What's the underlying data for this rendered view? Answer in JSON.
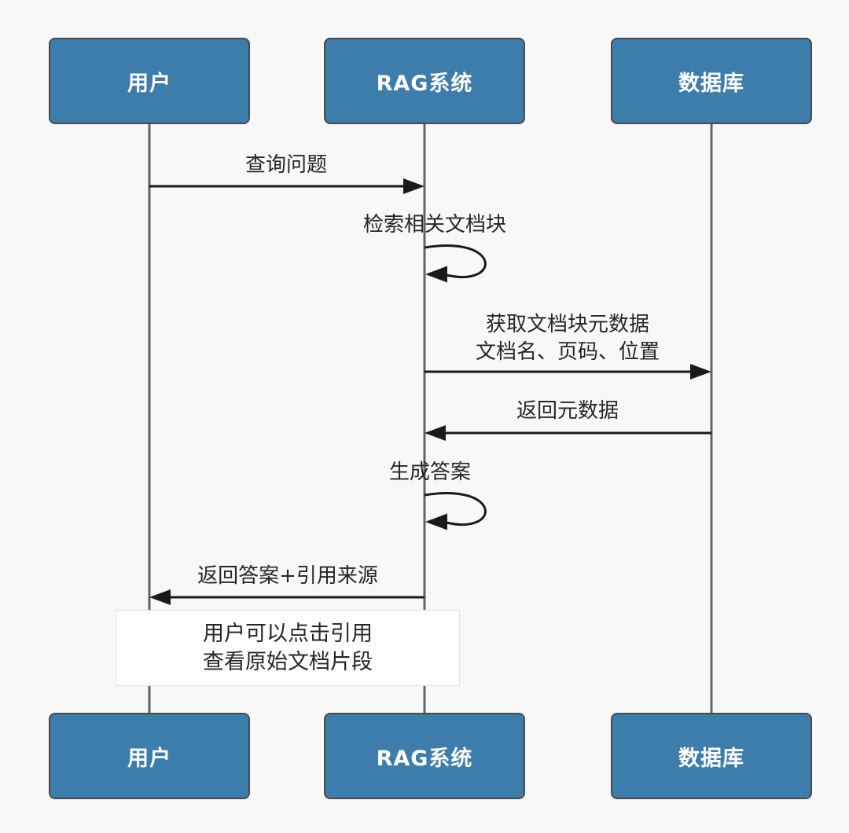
{
  "diagram": {
    "type": "sequence-diagram",
    "participants": [
      {
        "id": "user",
        "label": "用户"
      },
      {
        "id": "rag",
        "label": "RAG系统"
      },
      {
        "id": "db",
        "label": "数据库"
      }
    ],
    "messages": [
      {
        "type": "arrow",
        "from": "用户",
        "to": "RAG系统",
        "lines": [
          "查询问题"
        ]
      },
      {
        "type": "self",
        "on": "RAG系统",
        "lines": [
          "检索相关文档块"
        ]
      },
      {
        "type": "arrow",
        "from": "RAG系统",
        "to": "数据库",
        "lines": [
          "获取文档块元数据",
          "文档名、页码、位置"
        ]
      },
      {
        "type": "arrow",
        "from": "数据库",
        "to": "RAG系统",
        "lines": [
          "返回元数据"
        ]
      },
      {
        "type": "self",
        "on": "RAG系统",
        "lines": [
          "生成答案"
        ]
      },
      {
        "type": "arrow",
        "from": "RAG系统",
        "to": "用户",
        "lines": [
          "返回答案+引用来源"
        ]
      }
    ],
    "note": {
      "over": [
        "用户",
        "RAG系统"
      ],
      "lines": [
        "用户可以点击引用",
        "查看原始文档片段"
      ]
    },
    "colors": {
      "participant_fill": "#3d7dab",
      "participant_border": "#4a4a4a",
      "participant_text": "#ffffff",
      "lifeline": "#5e656c",
      "arrow": "#1a1a1a",
      "message_text": "#262626",
      "note_bg": "#fdfdfd",
      "note_border": "#e3e3e3",
      "background": "#f8f8f8"
    }
  }
}
